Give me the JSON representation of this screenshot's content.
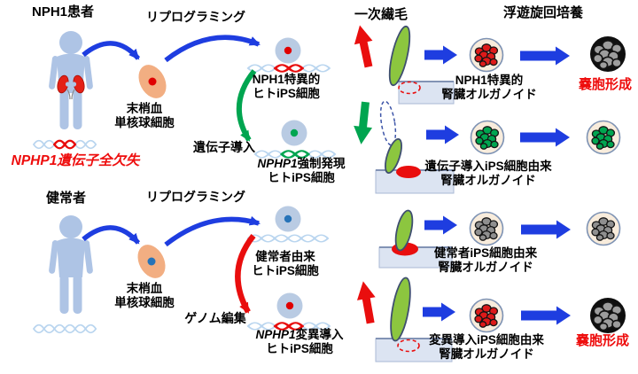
{
  "headers": {
    "primary_cilia": "一次繊毛",
    "suspension_culture": "浮遊旋回培養"
  },
  "patient": {
    "title": "NPH1患者",
    "gene_italic": "NPHP1",
    "gene_rest": "遺伝子全欠失",
    "reprogramming": "リプログラミング",
    "pbmc_l1": "末梢血",
    "pbmc_l2": "単核球細胞",
    "edit": "遺伝子導入",
    "ips_a_l1": "NPH1特異的",
    "ips_a_l2": "ヒトiPS細胞",
    "ips_b_italic": "NPHP1",
    "ips_b_rest": "強制発現",
    "ips_b_l2": "ヒトiPS細胞"
  },
  "healthy": {
    "title": "健常者",
    "reprogramming": "リプログラミング",
    "pbmc_l1": "末梢血",
    "pbmc_l2": "単核球細胞",
    "edit": "ゲノム編集",
    "ips_a_l1": "健常者由来",
    "ips_a_l2": "ヒトiPS細胞",
    "ips_b_italic": "NPHP1",
    "ips_b_rest": "変異導入",
    "ips_b_l2": "ヒトiPS細胞"
  },
  "organoids": {
    "r1_l1": "NPH1特異的",
    "r1_l2": "腎臓オルガノイド",
    "r1_outcome": "嚢胞形成",
    "r2_l1": "遺伝子導入iPS細胞由来",
    "r2_l2": "腎臓オルガノイド",
    "r3_l1": "健常者iPS細胞由来",
    "r3_l2": "腎臓オルガノイド",
    "r4_l1": "変異導入iPS細胞由来",
    "r4_l2": "腎臓オルガノイド",
    "r4_outcome": "嚢胞形成"
  },
  "colors": {
    "arrow_blue": "#1e3de0",
    "arrow_green": "#00a550",
    "arrow_red": "#e90e0e",
    "figure_blue": "#aec4e5",
    "ips_cell_blue": "#b9cbe3",
    "pbmc_salmon": "#f2ae82",
    "cilium_green": "#8cc63f",
    "membrane_blue": "#dce4f2",
    "organoid_shell": "#f8ecdc",
    "organoid_red": "#dd1a1a",
    "organoid_green": "#00a550",
    "organoid_gray": "#8f8f8f",
    "cyst_black": "#0f0f0f",
    "outcome_text_red": "#ee0d0d"
  }
}
